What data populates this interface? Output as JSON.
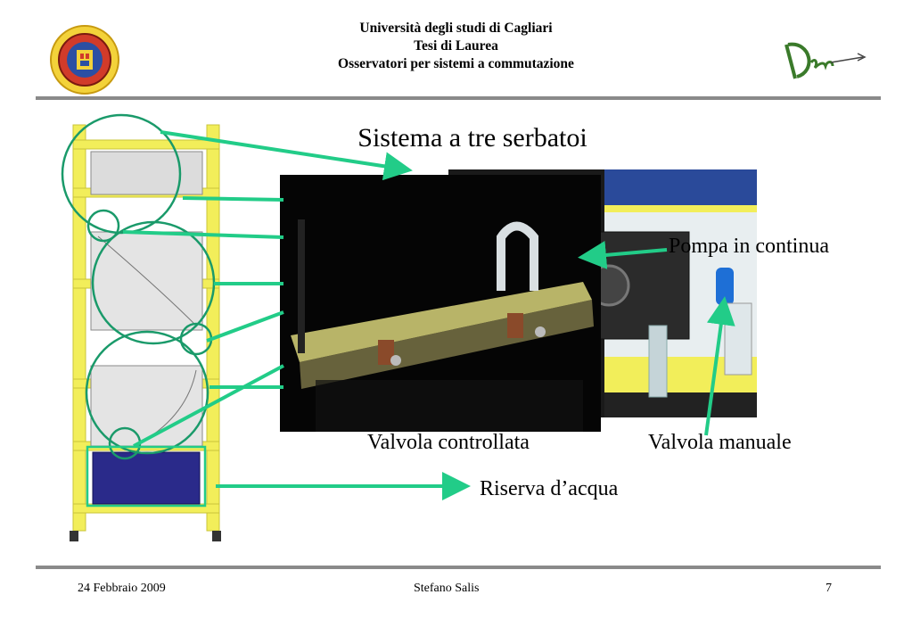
{
  "header": {
    "line1": "Università degli studi di Cagliari",
    "line2": "Tesi di Laurea",
    "line3": "Osservatori per sistemi a commutazione"
  },
  "slide": {
    "title": "Sistema a tre serbatoi"
  },
  "callouts": {
    "pump": "Pompa in continua",
    "controlled_valve": "Valvola controllata",
    "manual_valve": "Valvola manuale",
    "reservoir": "Riserva d’acqua"
  },
  "footer": {
    "date": "24 Febbraio 2009",
    "author": "Stefano Salis",
    "page": "7"
  },
  "colors": {
    "arrow": "#22cc88",
    "circle": "#1a9a6a",
    "frame_yellow": "#f2ee5a",
    "rule": "#8a8a8a",
    "reservoir_blue": "#2a2a8a"
  },
  "icons": {
    "logo_left": "university-seal-icon",
    "logo_right": "diee-logo-icon"
  }
}
